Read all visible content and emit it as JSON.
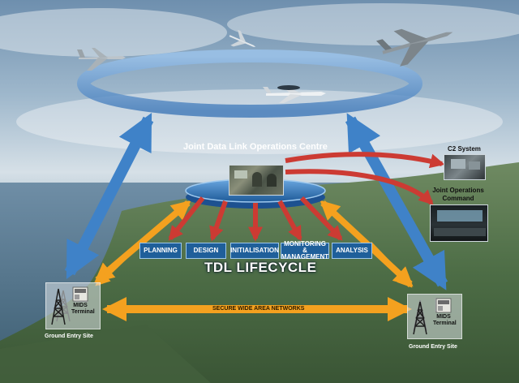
{
  "ops_centre_title": "Joint Data Link Operations Centre",
  "lifecycle_title": "TDL LIFECYCLE",
  "lifecycle_stages": [
    "PLANNING",
    "DESIGN",
    "INITIALISATION",
    "MONITORING & MANAGEMENT",
    "ANALYSIS"
  ],
  "network_label": "SECURE WIDE AREA NETWORKS",
  "c2_system_label": "C2 System",
  "joint_ops_label": "Joint Operations Command",
  "left_site": {
    "terminal_label": "MIDS Terminal",
    "site_label": "Ground Entry Site"
  },
  "right_site": {
    "terminal_label": "MIDS Terminal",
    "site_label": "Ground Entry Site"
  },
  "icons": [
    "eurofighter-jet-icon",
    "small-jet-icon",
    "f16-jet-icon",
    "awacs-aircraft-icon",
    "radio-mast-icon",
    "mids-terminal-icon"
  ],
  "colors": {
    "ring": "#5b95d0",
    "blue_arrow": "#3f82c8",
    "orange_arrow": "#f4a11f",
    "red_arrow": "#cc3b33",
    "stage_box": "#1f5f9a"
  }
}
